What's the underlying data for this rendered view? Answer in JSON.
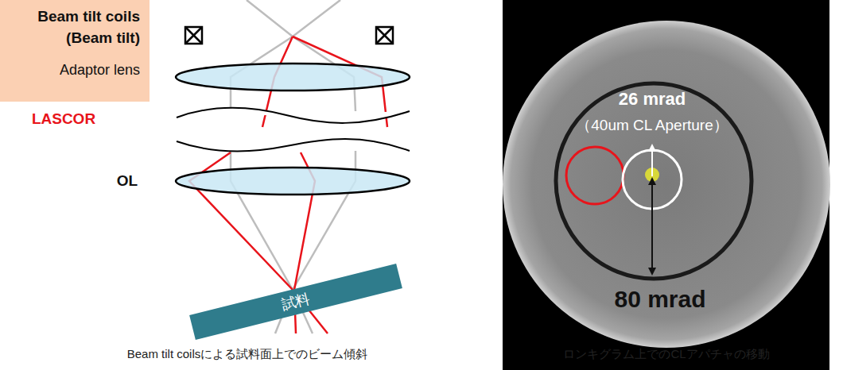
{
  "diagram": {
    "nodes": [
      {
        "text": [
          "Beam tilt coils (Beam tilt)",
          "Adaptor lens"
        ]
      },
      {
        "text": [
          "試料"
        ]
      }
    ],
    "labels": [
      "LASCOR",
      "OL",
      "26 mrad",
      "（40um CL Aperture）",
      "80 mrad",
      "Beam tilt coilsによる試料面上でのビーム傾斜",
      "ロンキグラム上でのCLアパチャの移動"
    ]
  }
}
